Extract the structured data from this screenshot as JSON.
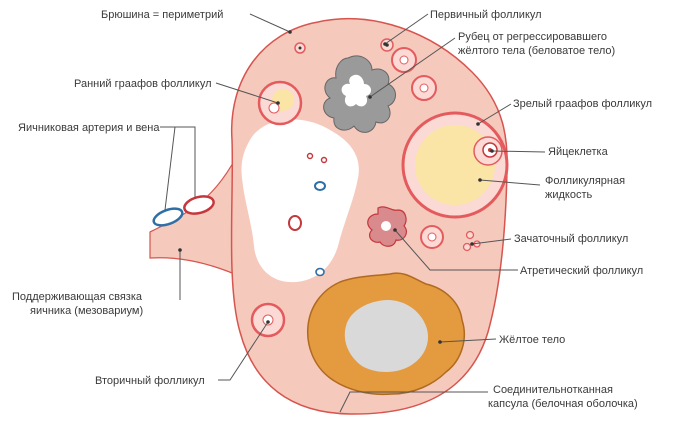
{
  "labels": {
    "peritoneum": "Брюшина = периметрий",
    "primary_follicle": "Первичный фолликул",
    "corpus_albicans_1": "Рубец от регрессировавшего",
    "corpus_albicans_2": "жёлтого тела (беловатое тело)",
    "early_graafian": "Ранний граафов фолликул",
    "mature_graafian": "Зрелый граафов фолликул",
    "artery_vein": "Яичниковая артерия и вена",
    "oocyte": "Яйцеклетка",
    "follicular_fluid_1": "Фолликулярная",
    "follicular_fluid_2": "жидкость",
    "primordial_follicle": "Зачаточный фолликул",
    "atretic_follicle": "Атретический фолликул",
    "mesovarium_1": "Поддерживающая связка",
    "mesovarium_2": "яичника (мезовариум)",
    "corpus_luteum": "Жёлтое тело",
    "secondary_follicle": "Вторичный фолликул",
    "capsule_1": "Соединительнотканная",
    "capsule_2": "капсула (белочная оболочка)"
  },
  "colors": {
    "cortex": "#f6c9bd",
    "cortex_stroke": "#d6554e",
    "medulla": "#ffffff",
    "follicle_ring": "#e45b5e",
    "follicle_fill": "#fbd9d4",
    "antrum": "#fbe5a6",
    "corpus_luteum": "#e49a3f",
    "corpus_luteum_center": "#d9d9d9",
    "scar": "#9a9a9a",
    "artery": "#c4373c",
    "vein": "#2f6fa6",
    "text": "#3a3a3a"
  }
}
